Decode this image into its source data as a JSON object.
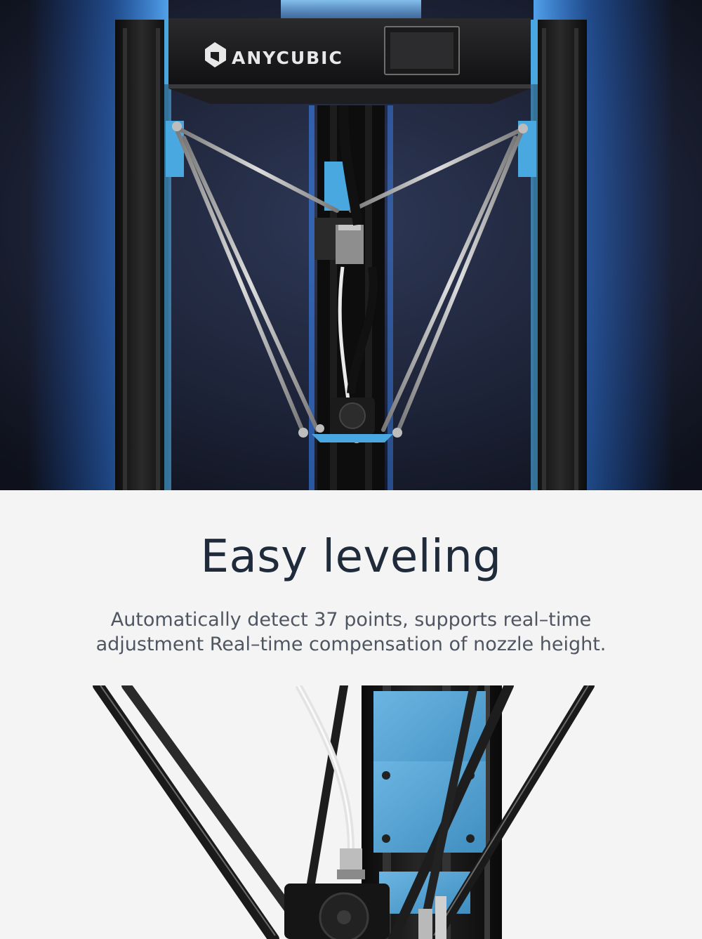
{
  "hero": {
    "brand_logo_text": "ANYCUBIC"
  },
  "content": {
    "headline": "Easy leveling",
    "description_line1": "Automatically detect 37 points, supports real–time",
    "description_line2": "adjustment Real–time compensation of nozzle height."
  },
  "colors": {
    "accent_blue": "#4aa8e0",
    "frame_black": "#161616",
    "headline": "#1f2b3b",
    "body_text": "#4f5661",
    "light_bg": "#f4f4f4"
  }
}
